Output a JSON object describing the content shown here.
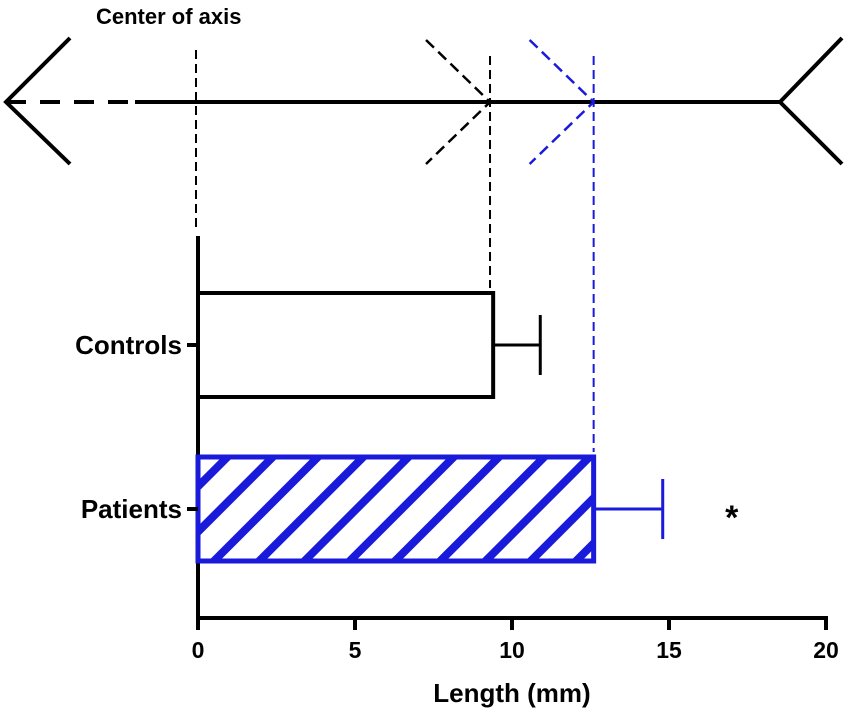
{
  "illustration": {
    "caption": "Center of axis",
    "black_marker_x": 9.3,
    "blue_marker_x": 12.6
  },
  "chart_data": {
    "type": "bar",
    "orientation": "horizontal",
    "title": "",
    "xlabel": "Length (mm)",
    "ylabel": "",
    "xlim": [
      0,
      20
    ],
    "xticks": [
      "0",
      "5",
      "10",
      "15",
      "20"
    ],
    "categories": [
      "Controls",
      "Patients"
    ],
    "values": [
      9.4,
      12.6
    ],
    "errors": [
      1.5,
      2.2
    ],
    "significance": [
      "",
      "*"
    ],
    "grid": false,
    "legend": "none",
    "colors": {
      "Controls": "#000000",
      "Patients": "#1a1adb"
    }
  }
}
